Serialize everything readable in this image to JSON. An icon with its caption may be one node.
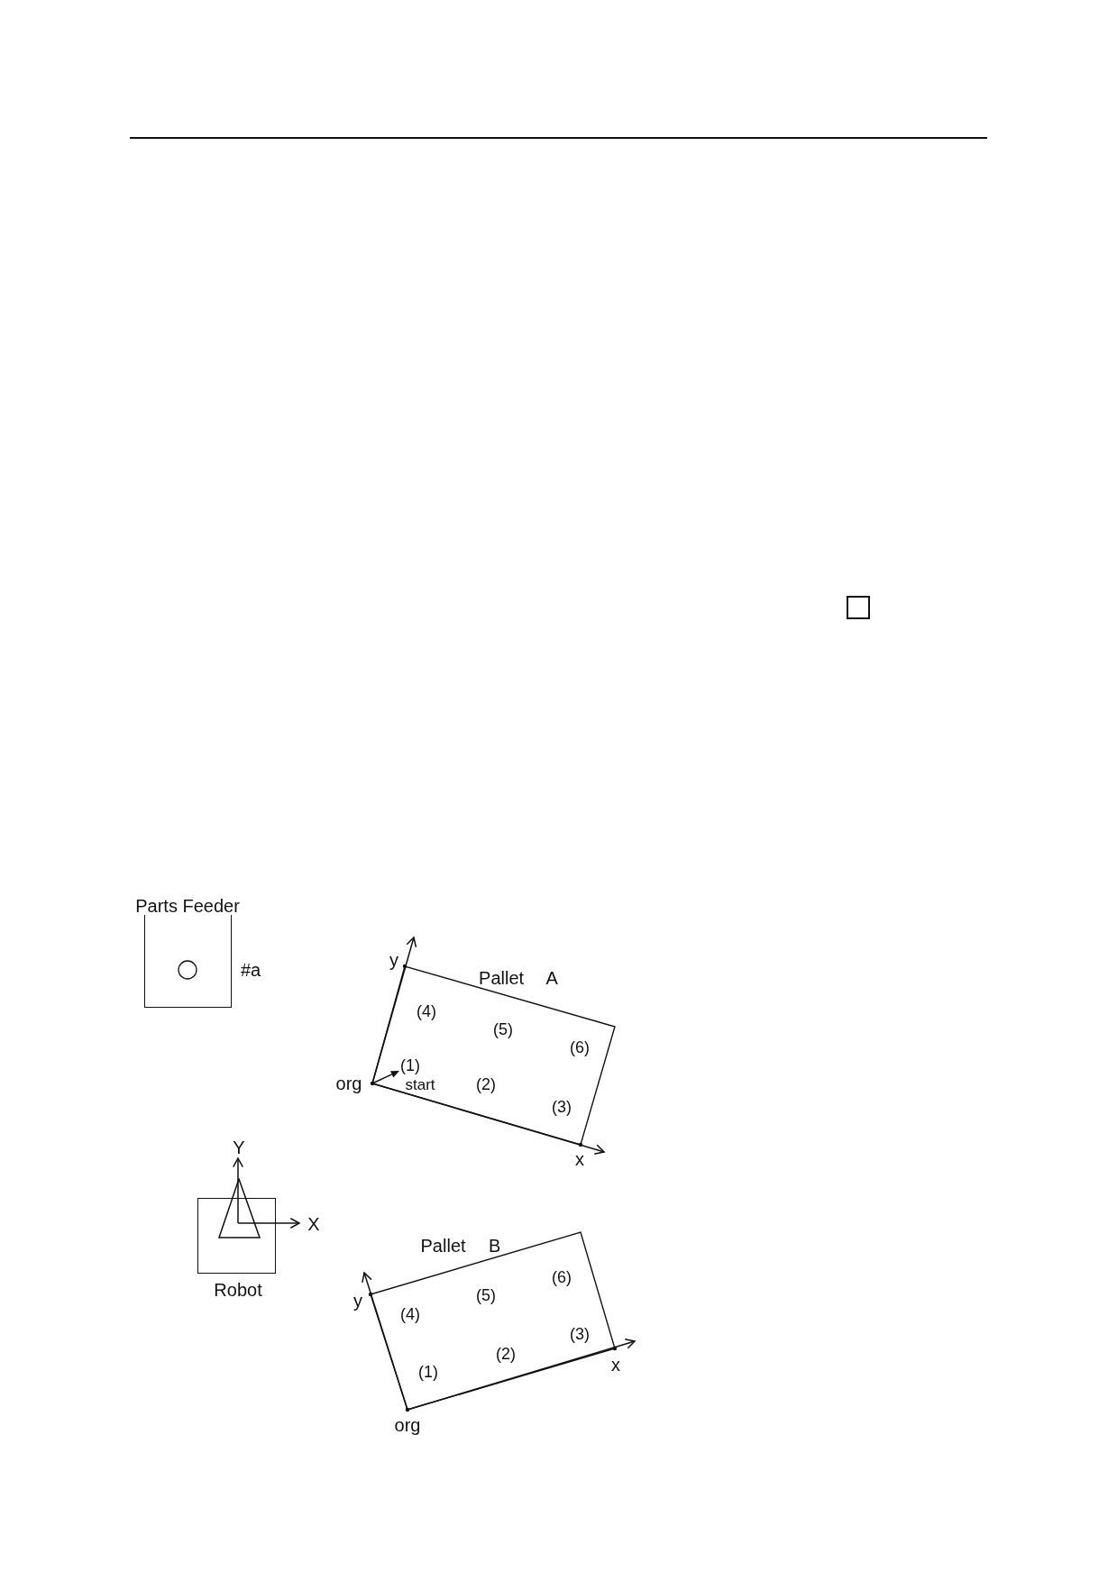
{
  "diagram": {
    "nodes": [
      {
        "text": [
          "Parts Feeder"
        ],
        "beside": [
          "#a"
        ]
      },
      {
        "text": [
          "Pallet A",
          "(4)",
          "(5)",
          "(6)",
          "(1)",
          "start",
          "(2)",
          "(3)"
        ],
        "beside": [
          "y",
          "org",
          "x"
        ]
      },
      {
        "text": [
          "Robot"
        ],
        "beside": [
          "Y",
          "X"
        ]
      },
      {
        "text": [
          "Pallet B",
          "(6)",
          "(5)",
          "(4)",
          "(3)",
          "(2)",
          "(1)"
        ],
        "beside": [
          "y",
          "x",
          "org"
        ]
      }
    ]
  }
}
